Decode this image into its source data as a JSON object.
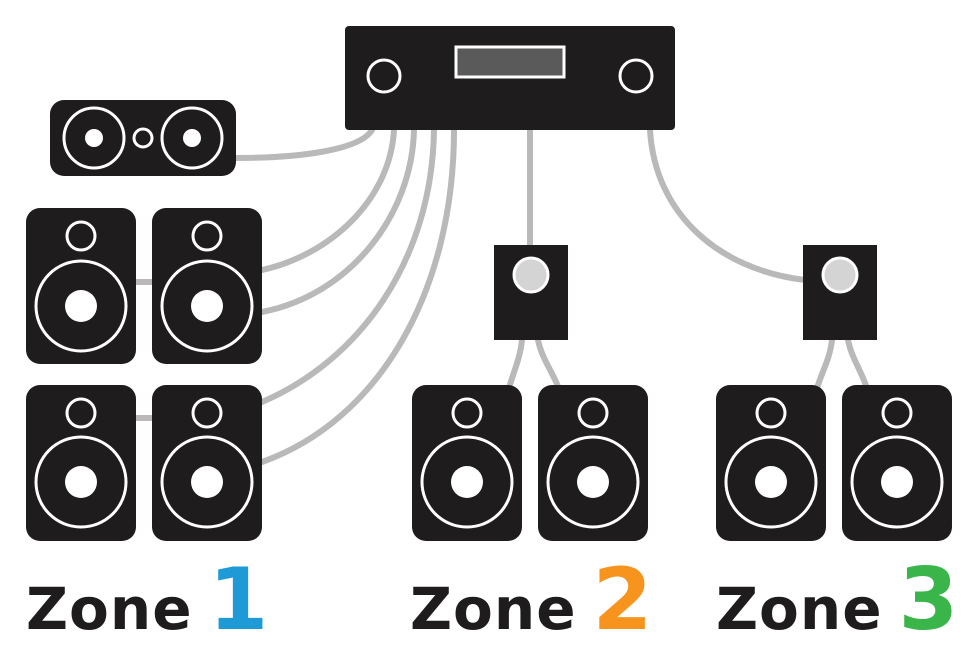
{
  "colors": {
    "device": "#1e1c1c",
    "cable": "#b9b9b9",
    "outline": "#ffffff",
    "display": "#5a5a5a",
    "knob": "#d4d4d4",
    "zone1": "#1e9ad6",
    "zone2": "#f7941d",
    "zone3": "#39b54a"
  },
  "zones": [
    {
      "word": "Zone",
      "number": "1"
    },
    {
      "word": "Zone",
      "number": "2"
    },
    {
      "word": "Zone",
      "number": "3"
    }
  ]
}
